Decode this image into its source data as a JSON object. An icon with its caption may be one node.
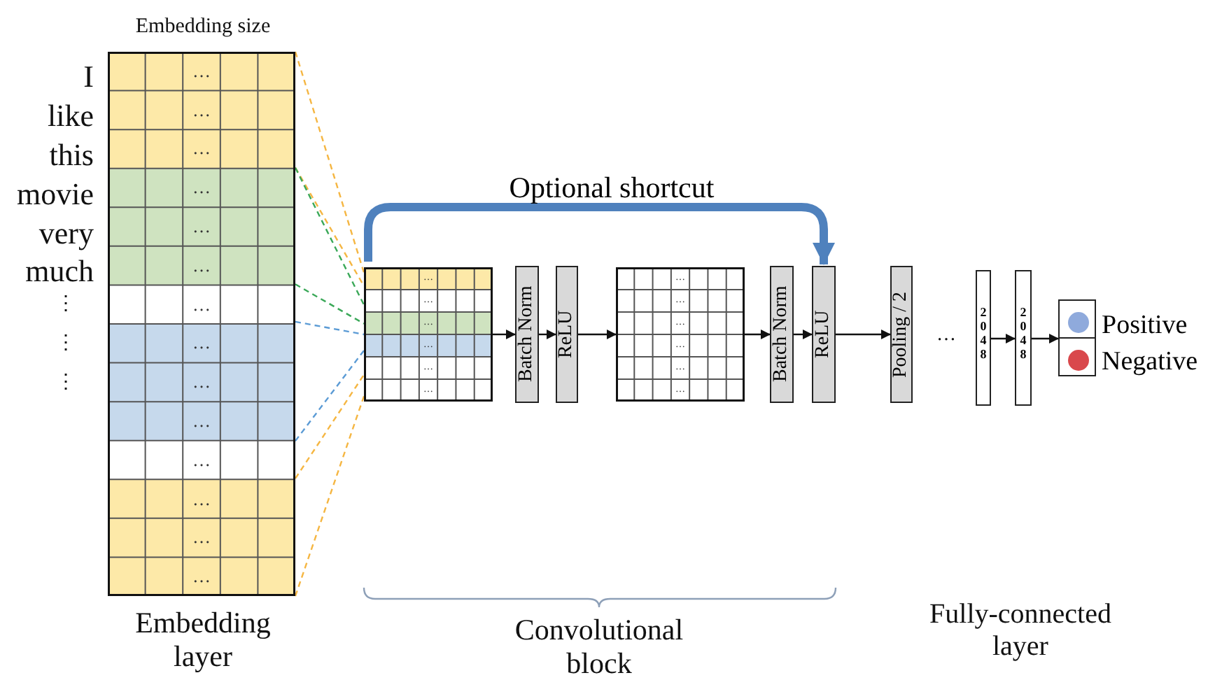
{
  "diagram": {
    "nodes": [
      {
        "text": [],
        "shape": "box"
      },
      {
        "text": [],
        "shape": "box"
      },
      {
        "text": [
          "Batch Norm"
        ]
      },
      {
        "text": [
          "ReLU"
        ]
      },
      {
        "text": [],
        "shape": "box"
      },
      {
        "text": [
          "Batch Norm"
        ]
      },
      {
        "text": [
          "ReLU"
        ]
      },
      {
        "text": [
          "Pooling / 2"
        ]
      },
      {
        "text": [
          "2048"
        ]
      },
      {
        "text": [
          "2048"
        ]
      },
      {
        "text": [],
        "shape": "box"
      },
      {
        "text": [],
        "shape": "circle",
        "in": 10,
        "beside": [
          "Positive"
        ]
      },
      {
        "text": [],
        "shape": "circle",
        "in": 10,
        "beside": [
          "Negative"
        ]
      }
    ],
    "edges": [
      {
        "from": 0,
        "to": 1,
        "arrow": "none",
        "style": "dashed",
        "color": "#f5b642"
      },
      {
        "from": 0,
        "to": 1,
        "arrow": "none",
        "style": "dashed",
        "color": "#f5b642"
      },
      {
        "from": 0,
        "to": 1,
        "arrow": "none",
        "style": "dashed",
        "color": "#3aa858"
      },
      {
        "from": 0,
        "to": 1,
        "arrow": "none",
        "style": "dashed",
        "color": "#3aa858"
      },
      {
        "from": 0,
        "to": 1,
        "arrow": "none",
        "style": "dashed",
        "color": "#5b9bd5"
      },
      {
        "from": 0,
        "to": 1,
        "arrow": "none",
        "style": "dashed",
        "color": "#5b9bd5"
      },
      {
        "from": 0,
        "to": 1,
        "arrow": "none",
        "style": "dashed",
        "color": "#f5b642"
      },
      {
        "from": 0,
        "to": 1,
        "arrow": "none",
        "style": "dashed",
        "color": "#f5b642"
      },
      {
        "from": 1,
        "to": 2,
        "arrow": "to"
      },
      {
        "from": 2,
        "to": 3,
        "arrow": "to"
      },
      {
        "from": 3,
        "to": 4,
        "arrow": "to"
      },
      {
        "from": 4,
        "to": 5,
        "arrow": "to"
      },
      {
        "from": 5,
        "to": 6,
        "arrow": "to"
      },
      {
        "from": 6,
        "to": 7,
        "arrow": "to"
      },
      {
        "from": 8,
        "to": 9,
        "arrow": "to"
      },
      {
        "from": 9,
        "to": 10,
        "arrow": "to"
      },
      {
        "from": 1,
        "to": 6,
        "arrow": "to",
        "label": "Optional shortcut",
        "style": "thick",
        "color": "#4f81bd"
      }
    ],
    "labels": [
      "Embedding size",
      "I",
      "like",
      "this",
      "movie",
      "very",
      "much",
      "⋮",
      "⋮",
      "⋮",
      "…",
      "…",
      "…",
      "…",
      "…",
      "…",
      "…",
      "…",
      "…",
      "…",
      "…",
      "…",
      "…",
      "…",
      "…",
      "…",
      "…",
      "…",
      "…",
      "…",
      "…",
      "…",
      "…",
      "…",
      "…",
      "…",
      "…",
      "Embedding layer",
      "Convolutional block",
      "Fully-connected layer"
    ]
  }
}
